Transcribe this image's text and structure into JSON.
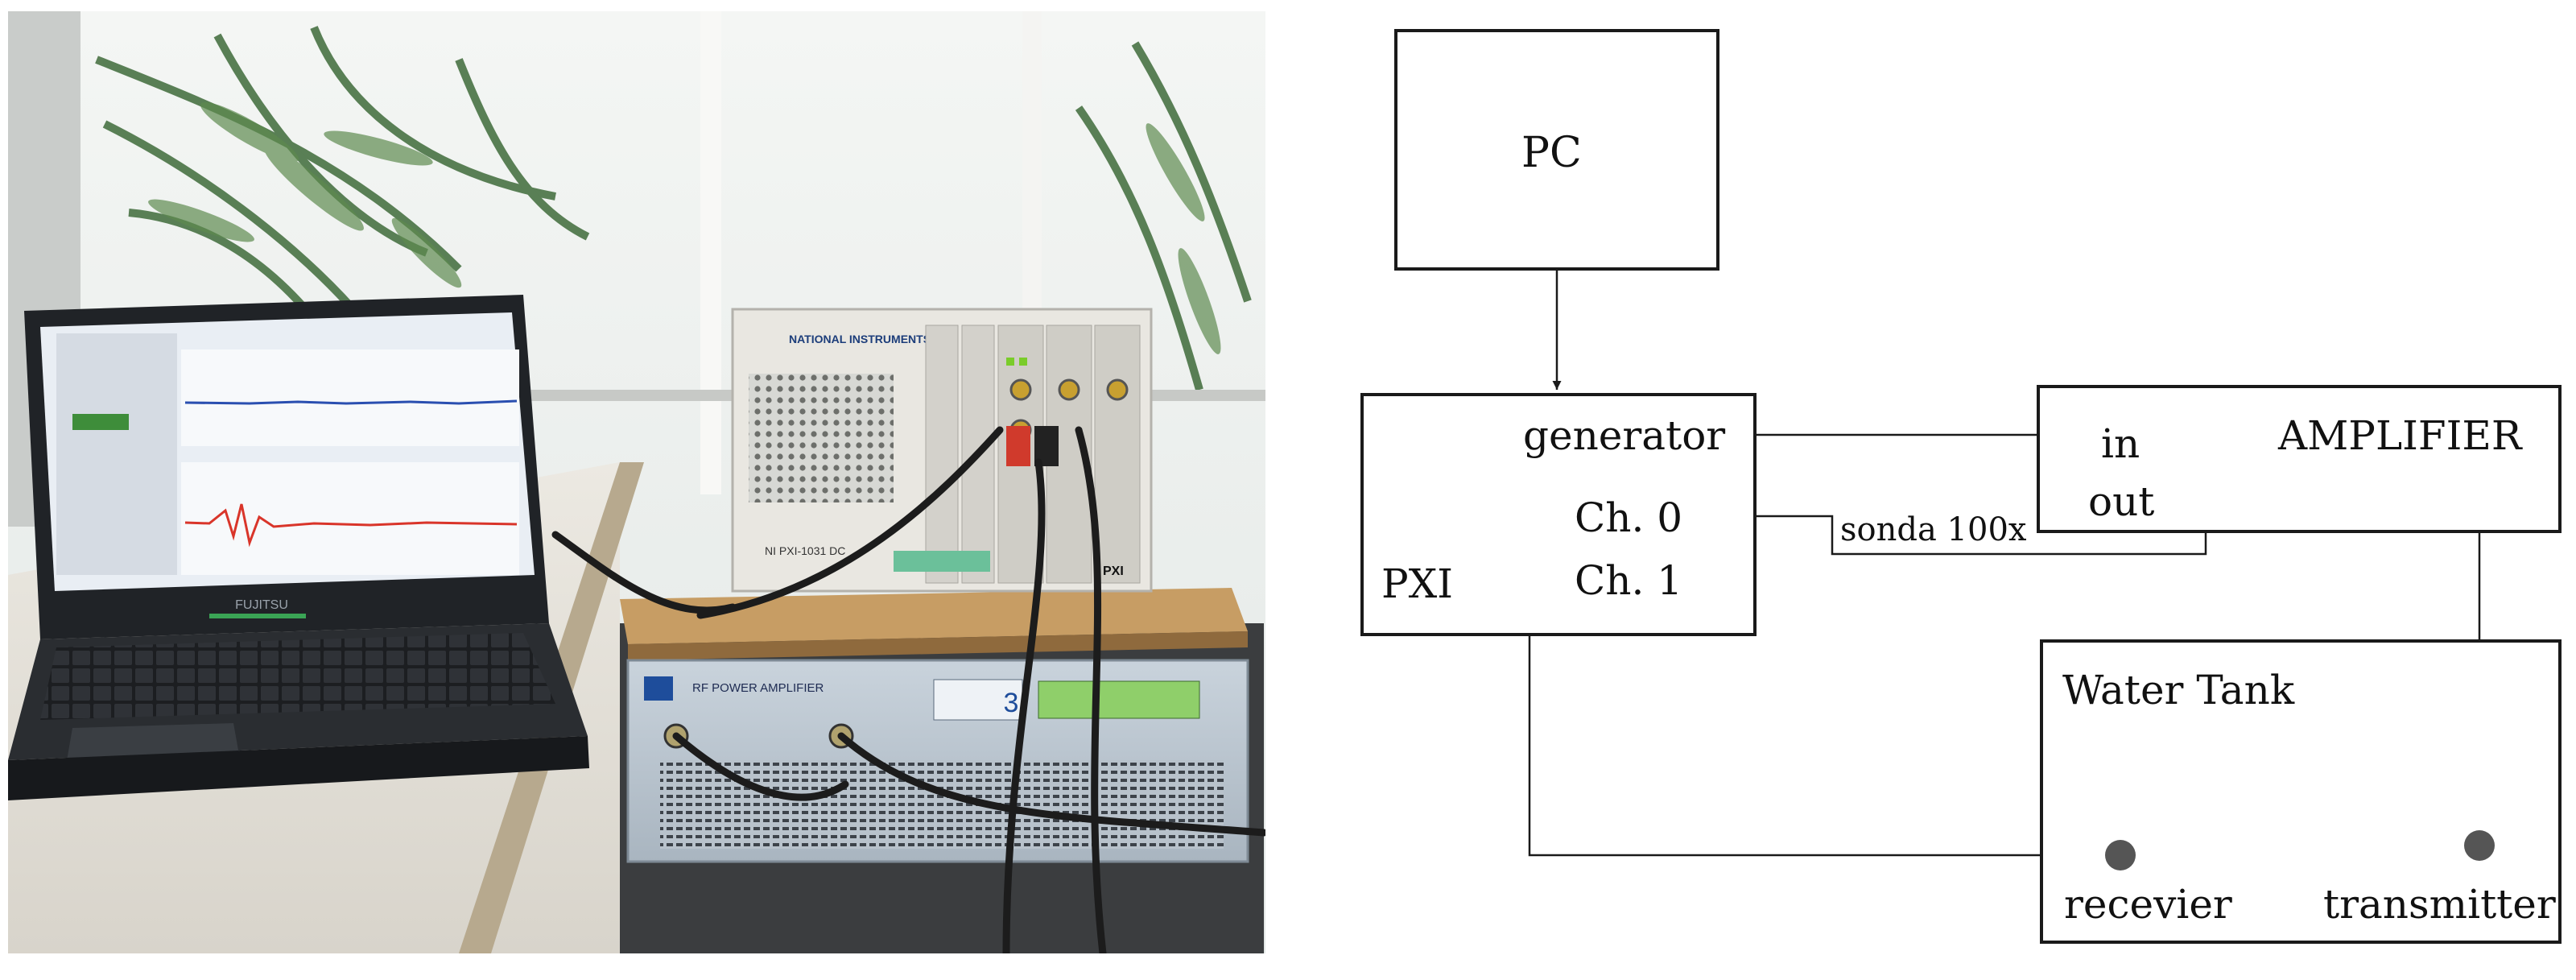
{
  "photo": {
    "laptop_brand": "FUJITSU",
    "chassis_brand": "NATIONAL INSTRUMENTS",
    "chassis_model": "NI PXI-1031 DC",
    "chassis_badge": "PXI",
    "amplifier_label": "RF POWER AMPLIFIER",
    "amplifier_channel": "3"
  },
  "diagram": {
    "pc": {
      "label": "PC"
    },
    "pxi": {
      "label": "PXI",
      "generator": "generator",
      "ch0": "Ch. 0",
      "ch1": "Ch. 1"
    },
    "amplifier": {
      "label": "AMPLIFIER",
      "in": "in",
      "out": "out"
    },
    "probe_label": "sonda 100x",
    "water_tank": {
      "label": "Water Tank",
      "receiver": "recevier",
      "transmitter": "transmitter"
    }
  },
  "colors": {
    "line": "#1a1a1a",
    "node": "#555555",
    "screen_signal_top": "#2a4fb0",
    "screen_signal_bottom": "#d9352a"
  }
}
